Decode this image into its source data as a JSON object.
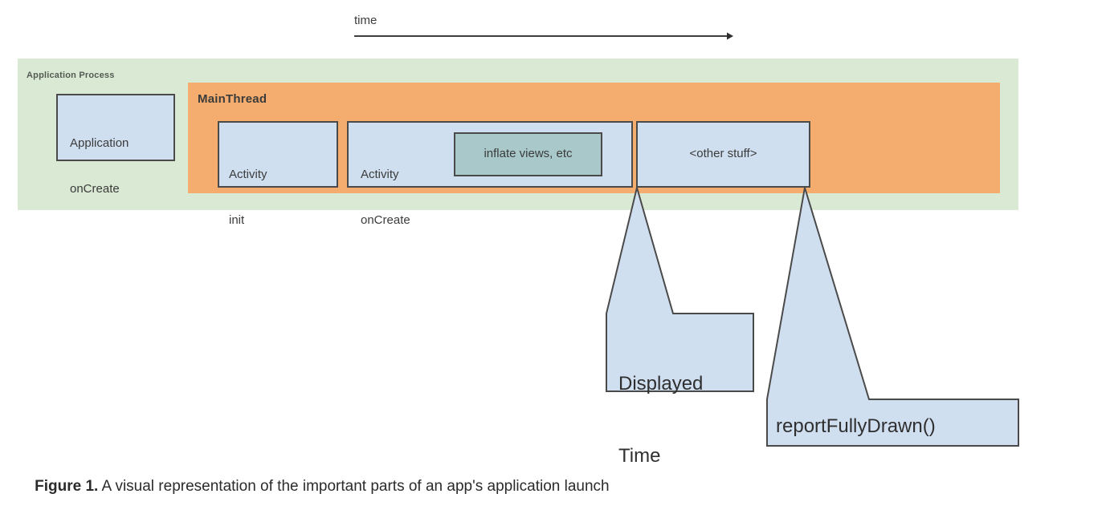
{
  "figure": {
    "axis": {
      "label": "time",
      "arrow_direction": "right"
    },
    "containers": [
      {
        "name": "application-process",
        "label": "Application Process",
        "fill": "#d9e9d3"
      },
      {
        "name": "main-thread",
        "label": "MainThread",
        "fill": "#f4ad6e"
      }
    ],
    "blocks": [
      {
        "name": "application-oncreate",
        "line1": "Application",
        "line2": "onCreate",
        "fill": "#d0dff0",
        "stroke": "#4a4a4a"
      },
      {
        "name": "activity-init",
        "line1": "Activity",
        "line2": "init",
        "fill": "#d0dff0",
        "stroke": "#4a4a4a"
      },
      {
        "name": "activity-oncreate",
        "line1": "Activity",
        "line2": "onCreate",
        "fill": "#d0dff0",
        "stroke": "#4a4a4a"
      },
      {
        "name": "inflate-views",
        "line1": "inflate views, etc",
        "line2": "",
        "fill": "#a8c8ca",
        "stroke": "#4a4a4a"
      },
      {
        "name": "other-stuff",
        "line1": "<other stuff>",
        "line2": "",
        "fill": "#d0dff0",
        "stroke": "#4a4a4a"
      }
    ],
    "callouts": [
      {
        "name": "displayed-time",
        "line1": "Displayed",
        "line2": "Time",
        "fill": "#d0dff0",
        "stroke": "#4a4a4a"
      },
      {
        "name": "report-fully-drawn",
        "line1": "reportFullyDrawn()",
        "line2": "",
        "fill": "#d0dff0",
        "stroke": "#4a4a4a"
      }
    ],
    "caption": {
      "prefix": "Figure 1.",
      "text": " A visual representation of the important parts of an app's application launch"
    }
  }
}
